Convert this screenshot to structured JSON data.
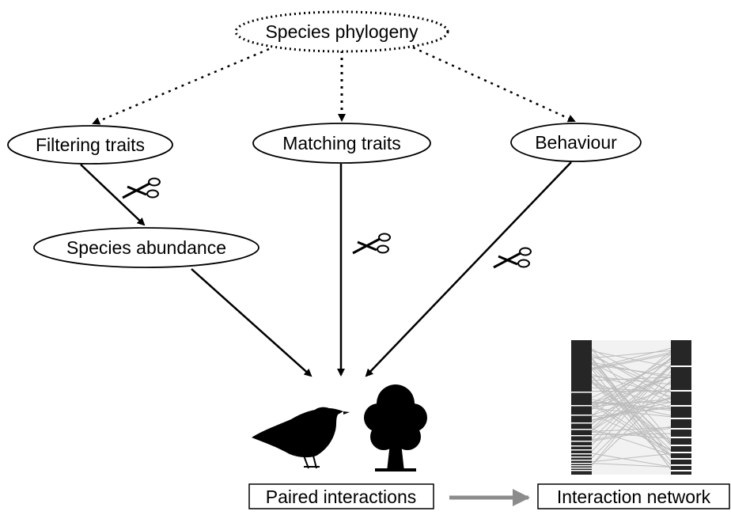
{
  "nodes": {
    "phylogeny": "Species phylogeny",
    "filtering": "Filtering traits",
    "matching": "Matching traits",
    "behaviour": "Behaviour",
    "abundance": "Species abundance",
    "paired": "Paired interactions",
    "network": "Interaction network"
  },
  "icons": {
    "scissors": "scissors-icon",
    "bird": "bird-silhouette-icon",
    "tree": "tree-silhouette-icon",
    "network": "bipartite-network-icon"
  },
  "colors": {
    "ink": "#000000",
    "grey_arrow": "#8c8c8c",
    "network_bar": "#262626",
    "network_link": "#bdbdbd"
  }
}
